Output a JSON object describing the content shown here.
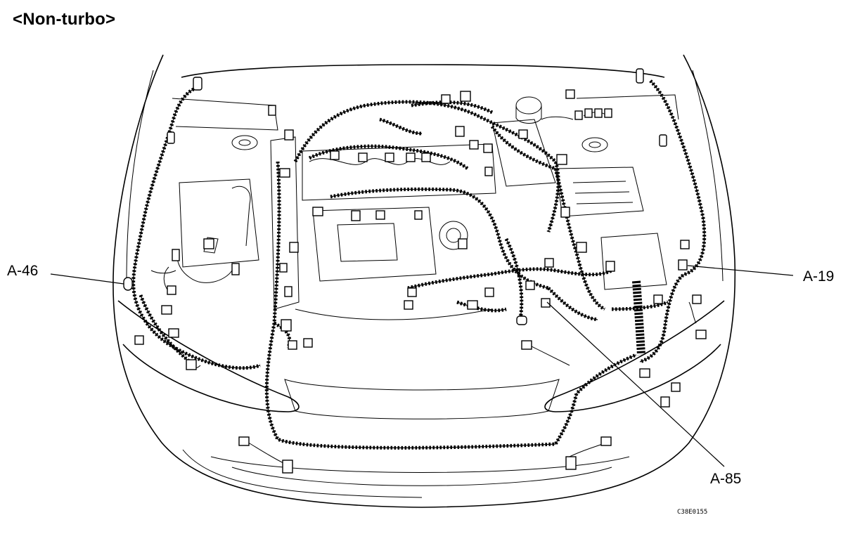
{
  "title": "<Non-turbo>",
  "callouts": {
    "a46": "A-46",
    "a19": "A-19",
    "a85": "A-85"
  },
  "figure_number": "C38E0155"
}
